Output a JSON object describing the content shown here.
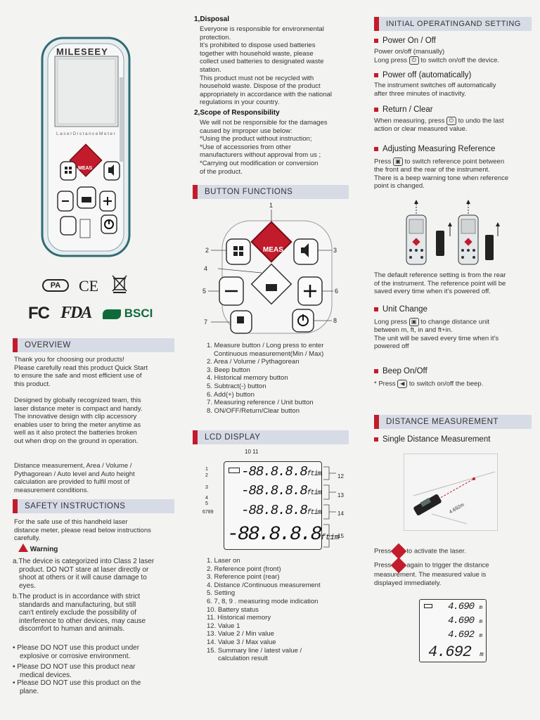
{
  "device": {
    "brand": "MILESEEY",
    "subtitle": "LaserDistanceMeter",
    "meas_label": "MEAS"
  },
  "certs": {
    "pa": "PA",
    "ce": "CE",
    "fc": "FC",
    "fda": "FDA",
    "bsci": "BSCI"
  },
  "overview": {
    "title": "OVERVIEW",
    "p1": [
      "Thank you for choosing our products!",
      "Please carefully read this product Quick Start",
      "to ensure the safe and most efficient use of",
      "this product."
    ],
    "p2": [
      "Designed by globally recognized team, this",
      "laser distance meter is compact and handy.",
      "The innovative design with clip accessory",
      "enables user to bring the meter anytime as",
      "well as it also protect the batteries broken",
      "out when drop on the ground in operation."
    ],
    "p3": [
      "Distance measurement, Area / Volume /",
      "Pythagorean / Auto level and Auto height",
      "calculation are provided to fulfil most of",
      "measurement conditions."
    ]
  },
  "safety": {
    "title": "SAFETY INSTRUCTIONS",
    "intro": [
      "For the safe use of this handheld laser",
      "distance meter, please read below instructions",
      "carefully."
    ],
    "warning": "Warning",
    "a": [
      "a.The device is categorized into Class 2 laser",
      "product. DO NOT stare at laser directly or",
      "shoot at others or it will cause damage to",
      "eyes."
    ],
    "b": [
      "b.The product is in accordance with strict",
      "standards and manufacturing, but still",
      "can't entirely exclude the possibility of",
      "interference to other devices, may cause",
      "discomfort to human and animals."
    ],
    "bullets": [
      [
        "• Please DO NOT use this product under",
        "explosive or corrosive environment."
      ],
      [
        "• Please DO NOT use this product near",
        "medical devices."
      ],
      [
        "• Please DO NOT use this product on the",
        "plane."
      ]
    ]
  },
  "disposal": {
    "title": "1,Disposal",
    "lines": [
      "Everyone is responsible for environmental",
      "protection.",
      "It's prohibited to dispose used batteries",
      "together with household waste, please",
      "collect used batteries to designated waste",
      "station.",
      "This product must not be recycled with",
      "household waste. Dispose of the product",
      "appropriately in accordance with the national",
      "regulations in your country."
    ]
  },
  "scope": {
    "title": "2,Scope of Responsibility",
    "lines": [
      "We will not be responsible for the damages",
      "caused by improper use below:",
      "*Using the product without instruction;",
      "*Use of accessories from other",
      "manufacturers without approval from us ;",
      "*Carrying out modification or conversion",
      "of the product."
    ]
  },
  "buttons": {
    "title": "BUTTON FUNCTIONS",
    "callouts": [
      "1",
      "2",
      "3",
      "4",
      "5",
      "6",
      "7",
      "8"
    ],
    "list": [
      "1. Measure button / Long press to enter",
      "Continuous measurement(Min / Max)",
      "2. Area / Volume / Pythagorean",
      "3. Beep button",
      "4. Historical memory button",
      "5. Subtract(-) button",
      "6. Add(+) button",
      "7. Measuring reference / Unit button",
      "8. ON/OFF/Return/Clear button"
    ]
  },
  "lcd": {
    "title": "LCD DISPLAY",
    "digits": "-88.8.8.8",
    "units": "ftim",
    "callouts": {
      "top": "10 11",
      "left": [
        "1",
        "2",
        "3",
        "4",
        "5",
        "6789"
      ],
      "right": [
        "12",
        "13",
        "14",
        "15"
      ]
    },
    "list": [
      "1. Laser on",
      "2. Reference point (front)",
      "3. Reference point (rear)",
      "4. Distance /Continuous measurement",
      "5. Setting",
      "6. 7, 8, 9 . measuring mode indication",
      "10. Battery status",
      "11. Historical memory",
      "12. Value 1",
      "13. Value 2 / Min value",
      "14. Value 3 / Max value",
      "15. Summary line / latest value /",
      "calculation result"
    ]
  },
  "initial": {
    "title": "INITIAL OPERATINGAND SETTING",
    "power_on": {
      "title": "Power On / Off",
      "l1": "Power on/off (manually)",
      "l2a": "Long press",
      "l2b": "to switch on/off the device."
    },
    "power_off": {
      "title": "Power off (automatically)",
      "lines": [
        "The instrument switches off automatically",
        "after three minutes of inactivity."
      ]
    },
    "ret": {
      "title": "Return / Clear",
      "l1a": "When measuring, press",
      "l1b": "to undo the last",
      "l2": "action or clear measured value."
    },
    "ref": {
      "title": "Adjusting Measuring Reference",
      "l1a": "Press",
      "l1b": "to switch reference point between",
      "lines": [
        "the front and the rear of the instrument.",
        "There is a beep warning tone when reference",
        "point is changed."
      ]
    },
    "ref_note": [
      "The default reference setting is from the rear",
      "of the instrument. The reference point will be",
      "saved every time when it's powered off."
    ],
    "unit": {
      "title": "Unit Change",
      "l1a": "Long press",
      "l1b": "to change distance unit",
      "lines": [
        "between m, ft, in and ft+in.",
        "The unit will be saved every time when it's",
        "powered off"
      ]
    },
    "beep": {
      "title": "Beep On/Off",
      "l1a": "* Press",
      "l1b": "to switch on/off the beep."
    }
  },
  "distance": {
    "title": "DISTANCE MEASUREMENT",
    "single": "Single Distance Measurement",
    "illus_value": "4.692m",
    "p1a": "Press",
    "p1b": "to activate the laser.",
    "p2a": "Press",
    "p2b": "again to trigger the distance",
    "p2c": "measurement. The measured value is",
    "p2d": "displayed immediately.",
    "readings": [
      "4.690",
      "4.690",
      "4.692",
      "4.692"
    ],
    "unit": "m"
  }
}
